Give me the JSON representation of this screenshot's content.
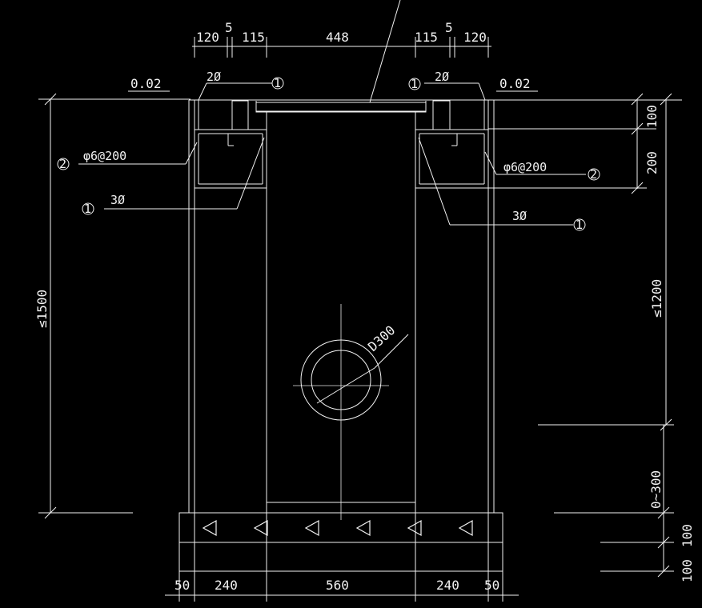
{
  "colors": {
    "background": "#000000",
    "lines": "#f2f2f2"
  },
  "top_dims": [
    "120",
    "5",
    "115",
    "448",
    "115",
    "5",
    "120"
  ],
  "bottom_dims": [
    "50",
    "240",
    "560",
    "240",
    "50"
  ],
  "right_dims": [
    "100",
    "200",
    "≤1200",
    "0~300",
    "100",
    "100"
  ],
  "left_dim": "≤1500",
  "levels": {
    "left": "0.02",
    "right": "0.02"
  },
  "pipe_label": "D300",
  "rebar": {
    "top": "2Ø",
    "bottom": "3Ø",
    "stirrup": "φ6@200"
  },
  "markers": {
    "one": "1",
    "two": "2"
  }
}
